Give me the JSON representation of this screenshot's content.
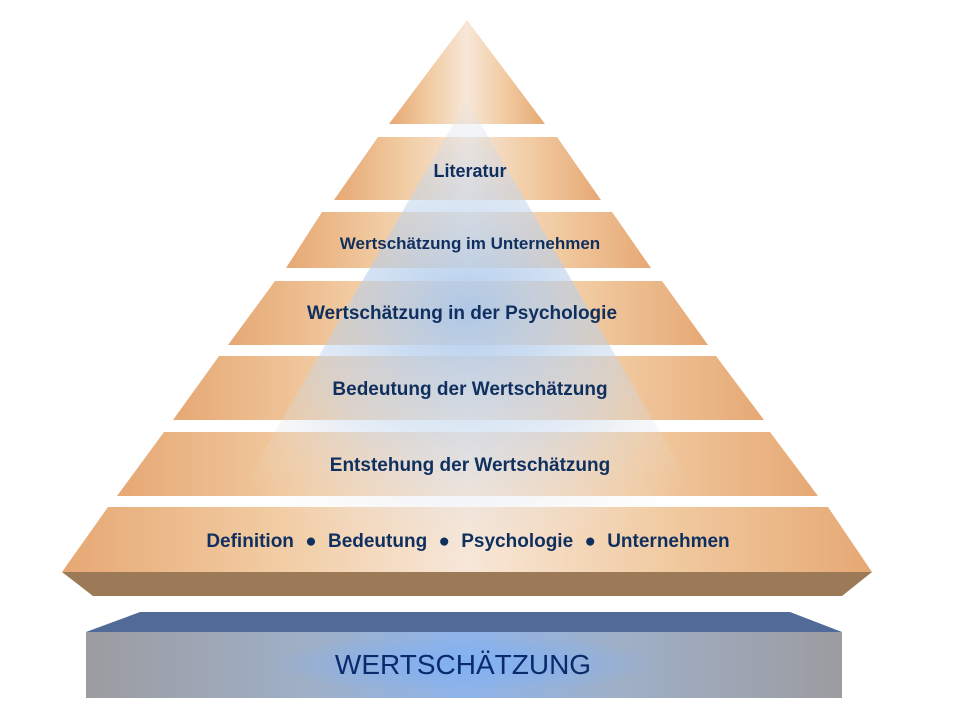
{
  "pyramid": {
    "levels": [
      "Literatur",
      "Wertschätzung im Unternehmen",
      "Wertschätzung in der Psychologie",
      "Bedeutung der Wertschätzung",
      "Entstehung der Wertschätzung"
    ],
    "base_items": [
      "Definition",
      "Bedeutung",
      "Psychologie",
      "Unternehmen"
    ]
  },
  "foundation": {
    "label": "WERTSCHÄTZUNG"
  },
  "colors": {
    "tier_edge": "#e7ac79",
    "tier_mid": "#f5dcc0",
    "tier_inner": "#a9c6e6",
    "tier_shadow": "#9c7a57",
    "text": "#0f2f5f",
    "slab_top": "#516a98",
    "slab_front": "#a6a6aa",
    "slab_glow": "#8fb6ec",
    "slab_text": "#0b2a6b"
  }
}
